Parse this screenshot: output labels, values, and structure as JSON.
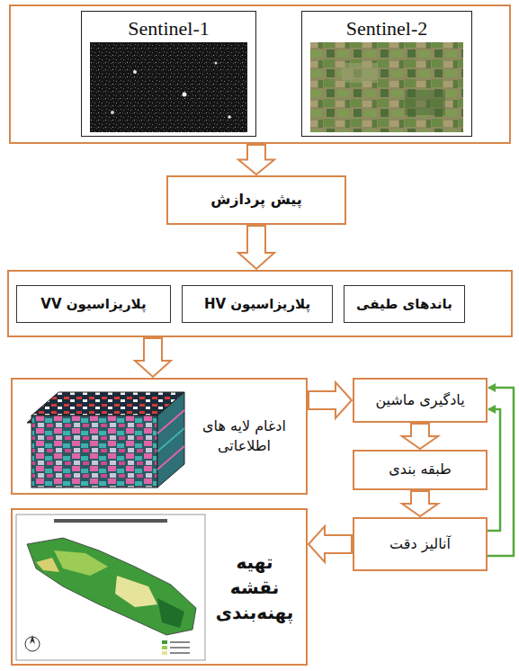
{
  "diagram": {
    "nodes": [
      {
        "text": []
      },
      {
        "text": [
          "Sentinel-1"
        ],
        "in": 0
      },
      {
        "text": [
          "Sentinel-2"
        ],
        "in": 0
      },
      {
        "text": [
          "پیش پردازش"
        ]
      },
      {
        "text": []
      },
      {
        "text": [
          "پلاریزاسیون VV"
        ],
        "in": 4
      },
      {
        "text": [
          "پلاریزاسیون HV"
        ],
        "in": 4
      },
      {
        "text": [
          "باندهای طیفی"
        ],
        "in": 4
      },
      {
        "text": [
          "ادغام لایه های اطلاعاتی"
        ]
      },
      {
        "text": [
          "یادگیری ماشین"
        ]
      },
      {
        "text": [
          "طبقه بندی"
        ]
      },
      {
        "text": [
          "آنالیز دقت"
        ]
      },
      {
        "text": [
          "تهیه نقشه پهنه‌بندی"
        ]
      }
    ],
    "edges": [
      {
        "from": 0,
        "to": 3,
        "arrow": "to"
      },
      {
        "from": 3,
        "to": 4,
        "arrow": "to"
      },
      {
        "from": 4,
        "to": 8,
        "arrow": "to"
      },
      {
        "from": 8,
        "to": 9,
        "arrow": "to"
      },
      {
        "from": 9,
        "to": 10,
        "arrow": "to"
      },
      {
        "from": 10,
        "to": 11,
        "arrow": "to"
      },
      {
        "from": 11,
        "to": 12,
        "arrow": "to"
      },
      {
        "from": 11,
        "to": 9,
        "arrow": "to"
      },
      {
        "from": 11,
        "to": 9,
        "arrow": "to"
      }
    ]
  }
}
